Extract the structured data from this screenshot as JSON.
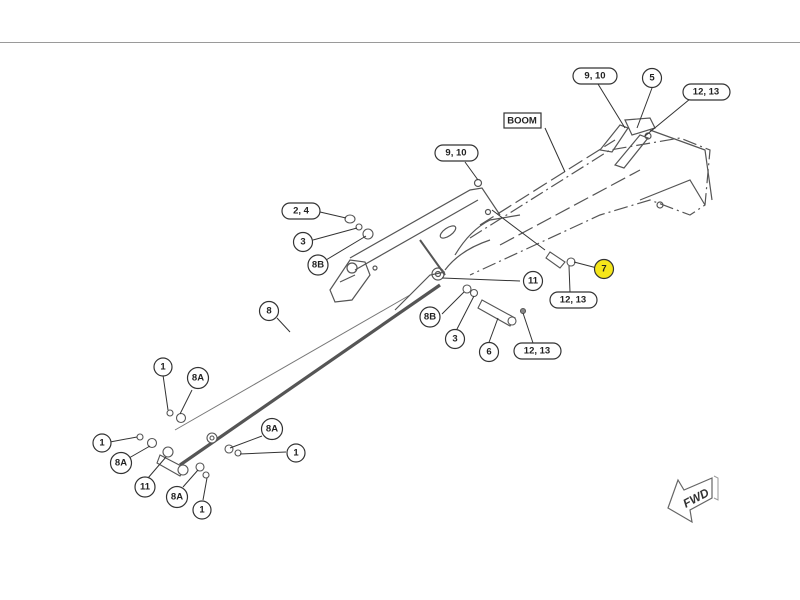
{
  "diagram": {
    "title_label": "BOOM",
    "direction_label": "FWD",
    "highlight_color": "#f5e61a",
    "callouts": [
      {
        "id": "c-9-10-top",
        "label": "9, 10",
        "shape": "pill"
      },
      {
        "id": "c-5",
        "label": "5",
        "shape": "circle"
      },
      {
        "id": "c-12-13-top",
        "label": "12, 13",
        "shape": "pill"
      },
      {
        "id": "c-9-10-mid",
        "label": "9, 10",
        "shape": "pill"
      },
      {
        "id": "c-2-4",
        "label": "2, 4",
        "shape": "pill"
      },
      {
        "id": "c-3-upper",
        "label": "3",
        "shape": "circle"
      },
      {
        "id": "c-8b-upper",
        "label": "8B",
        "shape": "circle"
      },
      {
        "id": "c-7",
        "label": "7",
        "shape": "circle",
        "highlighted": true
      },
      {
        "id": "c-12-13-right",
        "label": "12, 13",
        "shape": "pill"
      },
      {
        "id": "c-11-right",
        "label": "11",
        "shape": "circle"
      },
      {
        "id": "c-8b-lower",
        "label": "8B",
        "shape": "circle"
      },
      {
        "id": "c-3-lower",
        "label": "3",
        "shape": "circle"
      },
      {
        "id": "c-6",
        "label": "6",
        "shape": "circle"
      },
      {
        "id": "c-12-13-bottom",
        "label": "12, 13",
        "shape": "pill"
      },
      {
        "id": "c-8",
        "label": "8",
        "shape": "circle"
      },
      {
        "id": "c-1-a",
        "label": "1",
        "shape": "circle"
      },
      {
        "id": "c-8a-a",
        "label": "8A",
        "shape": "circle"
      },
      {
        "id": "c-1-b",
        "label": "1",
        "shape": "circle"
      },
      {
        "id": "c-8a-b",
        "label": "8A",
        "shape": "circle"
      },
      {
        "id": "c-11-left",
        "label": "11",
        "shape": "circle"
      },
      {
        "id": "c-8a-c",
        "label": "8A",
        "shape": "circle"
      },
      {
        "id": "c-1-c",
        "label": "1",
        "shape": "circle"
      },
      {
        "id": "c-8a-d",
        "label": "8A",
        "shape": "circle"
      },
      {
        "id": "c-1-d",
        "label": "1",
        "shape": "circle"
      }
    ]
  }
}
